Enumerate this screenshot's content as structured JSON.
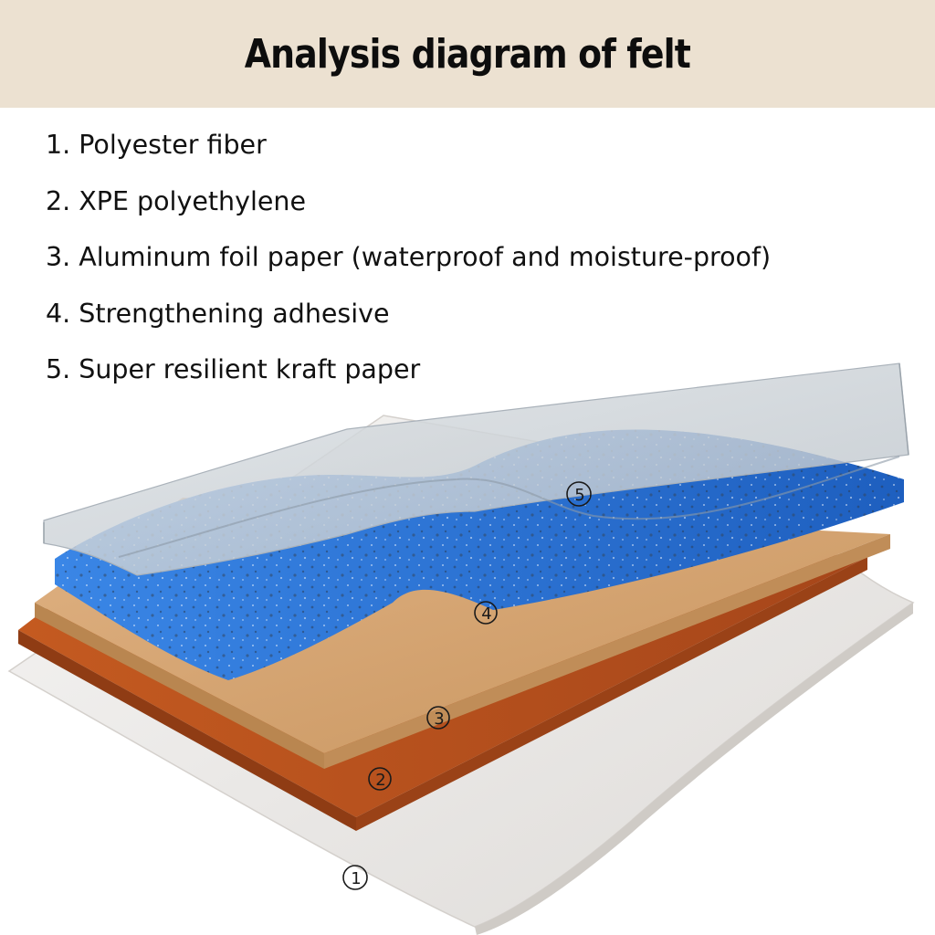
{
  "header": {
    "title": "Analysis diagram of felt"
  },
  "legend": {
    "items": [
      "1. Polyester fiber",
      "2. XPE polyethylene",
      "3. Aluminum foil paper (waterproof and moisture-proof)",
      "4. Strengthening adhesive",
      "5. Super resilient kraft paper"
    ]
  },
  "diagram": {
    "layers": [
      {
        "marker": "1",
        "color": "#eceaea"
      },
      {
        "marker": "2",
        "color": "#b8501b"
      },
      {
        "marker": "3",
        "color": "#d7a775"
      },
      {
        "marker": "4",
        "color": "#2d74d4"
      },
      {
        "marker": "5",
        "color": "#c9d2da"
      }
    ]
  }
}
